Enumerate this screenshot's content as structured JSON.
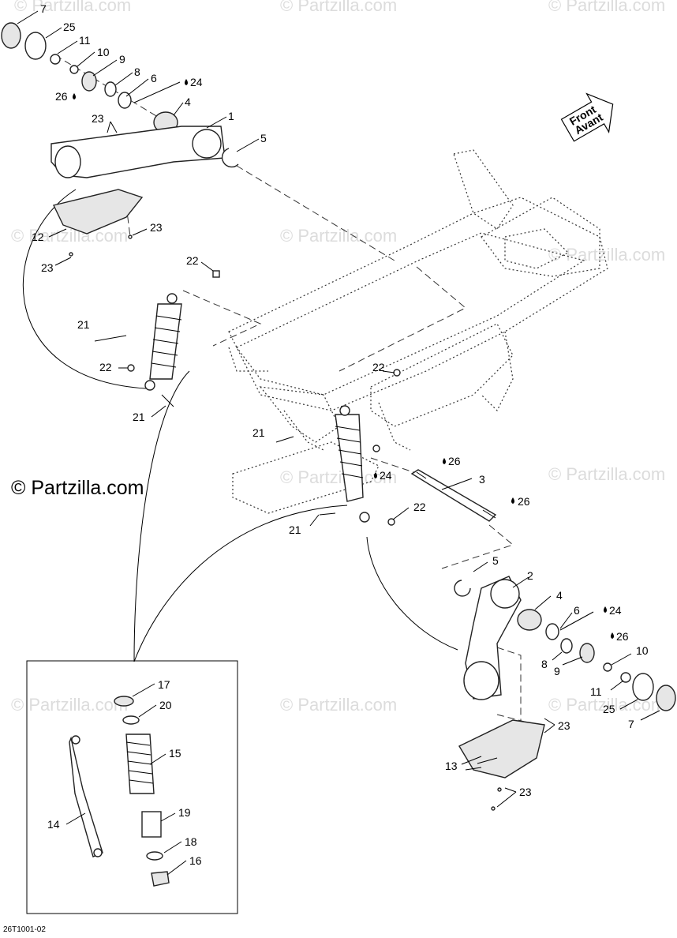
{
  "watermark": "© Partzilla.com",
  "brand": "© Partzilla.com",
  "diagram_code": "26T1001-02",
  "direction_arrow": {
    "line1": "Front",
    "line2": "Avant"
  },
  "callouts": {
    "c7a": "7",
    "c25a": "25",
    "c11a": "11",
    "c10a": "10",
    "c9a": "9",
    "c8a": "8",
    "c6a": "6",
    "c24a": "24",
    "c26a": "26",
    "c4a": "4",
    "c1": "1",
    "c5a": "5",
    "c23a": "23",
    "c23b": "23",
    "c12": "12",
    "c23c": "23",
    "c22a": "22",
    "c21a": "21",
    "c22b": "22",
    "c21b": "21",
    "c22c": "22",
    "c21c": "21",
    "c24b": "24",
    "c26b": "26",
    "c3": "3",
    "c26c": "26",
    "c22d": "22",
    "c21d": "21",
    "c5b": "5",
    "c2": "2",
    "c4b": "4",
    "c6b": "6",
    "c24c": "24",
    "c26d": "26",
    "c8b": "8",
    "c9b": "9",
    "c10b": "10",
    "c11b": "11",
    "c25b": "25",
    "c7b": "7",
    "c23d": "23",
    "c13": "13",
    "c23e": "23",
    "c17": "17",
    "c20": "20",
    "c15": "15",
    "c14": "14",
    "c19": "19",
    "c18": "18",
    "c16": "16"
  }
}
